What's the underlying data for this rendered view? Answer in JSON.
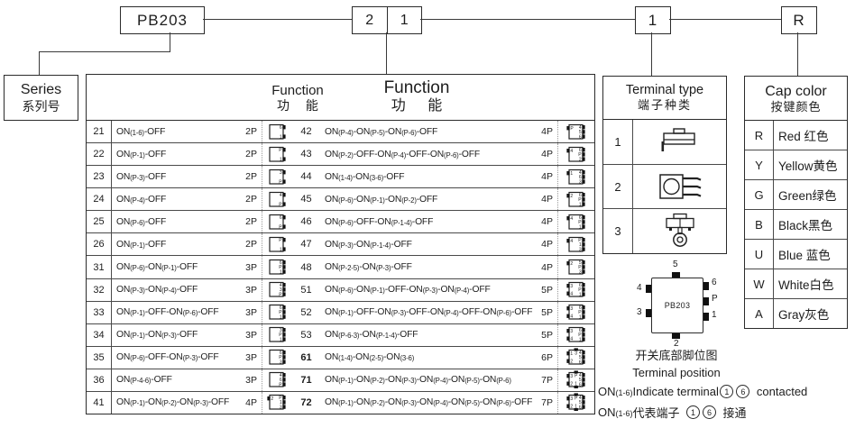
{
  "colors": {
    "ink": "#1d1d1d",
    "background": "#ffffff"
  },
  "ordering_code": {
    "series_code": "PB203",
    "function_digit_left": "2",
    "function_digit_right": "1",
    "terminal_digit": "1",
    "cap_color_letter": "R"
  },
  "series_box": {
    "label_en": "Series",
    "label_zh": "系列号"
  },
  "function_table": {
    "header_small": {
      "en": "Function",
      "zh": "功 能"
    },
    "header_large": {
      "en": "Function",
      "zh": "功 能"
    },
    "rows_left": [
      {
        "num": "21",
        "func": "ON(1-6)-OFF",
        "poles": "2P",
        "pins": [
          "6",
          "1"
        ],
        "bold": false
      },
      {
        "num": "22",
        "func": "ON(P-1)-OFF",
        "poles": "2P",
        "pins": [
          "P",
          "1"
        ],
        "bold": false
      },
      {
        "num": "23",
        "func": "ON(P-3)-OFF",
        "poles": "2P",
        "pins": [
          "3",
          "P"
        ],
        "bold": false
      },
      {
        "num": "24",
        "func": "ON(P-4)-OFF",
        "poles": "2P",
        "pins": [
          "4",
          "P"
        ],
        "bold": false
      },
      {
        "num": "25",
        "func": "ON(P-6)-OFF",
        "poles": "2P",
        "pins": [
          "6",
          "P"
        ],
        "bold": false
      },
      {
        "num": "26",
        "func": "ON(P-1)-OFF",
        "poles": "2P",
        "pins": [
          "P",
          "1"
        ],
        "bold": false
      },
      {
        "num": "31",
        "func": "ON(P-6)-ON(P-1)-OFF",
        "poles": "3P",
        "pins": [
          "6",
          "P",
          "1"
        ],
        "bold": false
      },
      {
        "num": "32",
        "func": "ON(P-3)-ON(P-4)-OFF",
        "poles": "3P",
        "pins": [
          "4",
          "3",
          "P"
        ],
        "bold": false
      },
      {
        "num": "33",
        "func": "ON(P-1)-OFF-ON(P-6)-OFF",
        "poles": "3P",
        "pins": [
          "6",
          "P",
          "1"
        ],
        "bold": false
      },
      {
        "num": "34",
        "func": "ON(P-1)-ON(P-3)-OFF",
        "poles": "3P",
        "pins": [
          "3",
          "P",
          "1"
        ],
        "bold": false
      },
      {
        "num": "35",
        "func": "ON(P-6)-OFF-ON(P-3)-OFF",
        "poles": "3P",
        "pins": [
          "6",
          "P",
          "3"
        ],
        "bold": false
      },
      {
        "num": "36",
        "func": "ON(P-4-6)-OFF",
        "poles": "3P",
        "pins": [
          "4",
          "6",
          "P"
        ],
        "bold": false
      },
      {
        "num": "41",
        "func": "ON(P-1)-ON(P-2)-ON(P-3)-OFF",
        "poles": "4P",
        "pins": [
          "P",
          "1",
          "3",
          "2"
        ],
        "bold": false
      }
    ],
    "rows_right": [
      {
        "num": "42",
        "func": "ON(P-4)-ON(P-5)-ON(P-6)-OFF",
        "poles": "4P",
        "pins": [
          "4",
          "5",
          "6",
          "P"
        ],
        "bold": false
      },
      {
        "num": "43",
        "func": "ON(P-2)-OFF-ON(P-4)-OFF-ON(P-6)-OFF",
        "poles": "4P",
        "pins": [
          "6",
          "P",
          "2",
          "4"
        ],
        "bold": false
      },
      {
        "num": "44",
        "func": "ON(1-4)-ON(3-6)-OFF",
        "poles": "4P",
        "pins": [
          "4",
          "6",
          "3",
          "1"
        ],
        "bold": false
      },
      {
        "num": "45",
        "func": "ON(P-6)-ON(P-1)-ON(P-2)-OFF",
        "poles": "4P",
        "pins": [
          "6",
          "P",
          "1",
          "2"
        ],
        "bold": false
      },
      {
        "num": "46",
        "func": "ON(P-6)-OFF-ON(P-1-4)-OFF",
        "poles": "4P",
        "pins": [
          "6",
          "P",
          "1",
          "4"
        ],
        "bold": false
      },
      {
        "num": "47",
        "func": "ON(P-3)-ON(P-1-4)-OFF",
        "poles": "4P",
        "pins": [
          "P",
          "1",
          "3",
          "4"
        ],
        "bold": false
      },
      {
        "num": "48",
        "func": "ON(P-2-5)-ON(P-3)-OFF",
        "poles": "4P",
        "pins": [
          "5",
          "P",
          "3",
          "2"
        ],
        "bold": false
      },
      {
        "num": "51",
        "func": "ON(P-6)-ON(P-1)-OFF-ON(P-3)-ON(P-4)-OFF",
        "poles": "5P",
        "pins": [
          "6",
          "P",
          "1",
          "3",
          "4"
        ],
        "bold": false
      },
      {
        "num": "52",
        "func": "ON(P-1)-OFF-ON(P-3)-OFF-ON(P-4)-OFF-ON(P-6)-OFF",
        "poles": "5P",
        "pins": [
          "6",
          "P",
          "1",
          "3",
          "4"
        ],
        "bold": false
      },
      {
        "num": "53",
        "func": "ON(P-6-3)-ON(P-1-4)-OFF",
        "poles": "5P",
        "pins": [
          "6",
          "P",
          "1",
          "3",
          "4"
        ],
        "bold": false
      },
      {
        "num": "61",
        "func": "ON(1-4)-ON(2-5)-ON(3-6)",
        "poles": "6P",
        "pins": [
          "4",
          "5",
          "6",
          "1",
          "2",
          "3"
        ],
        "bold": true
      },
      {
        "num": "71",
        "func": "ON(P-1)-ON(P-2)-ON(P-3)-ON(P-4)-ON(P-5)-ON(P-6)",
        "poles": "7P",
        "pins": [
          "4",
          "5",
          "6",
          "3",
          "2",
          "P",
          "1"
        ],
        "bold": true
      },
      {
        "num": "72",
        "func": "ON(P-1)-ON(P-2)-ON(P-3)-ON(P-4)-ON(P-5)-ON(P-6)-OFF",
        "poles": "7P",
        "pins": [
          "4",
          "5",
          "6",
          "3",
          "2",
          "P",
          "1"
        ],
        "bold": true
      }
    ]
  },
  "terminal_type": {
    "header_en": "Terminal type",
    "header_zh": "端子种类",
    "rows": [
      {
        "num": "1",
        "icon": "straight-pcb-terminal-icon"
      },
      {
        "num": "2",
        "icon": "right-angle-pcb-terminal-icon"
      },
      {
        "num": "3",
        "icon": "solder-lug-terminal-icon"
      }
    ]
  },
  "cap_color": {
    "header_en": "Cap color",
    "header_zh": "按键颜色",
    "rows": [
      {
        "code": "R",
        "label": "Red 红色"
      },
      {
        "code": "Y",
        "label": "Yellow黄色"
      },
      {
        "code": "G",
        "label": "Green绿色"
      },
      {
        "code": "B",
        "label": "Black黑色"
      },
      {
        "code": "U",
        "label": "Blue 蓝色"
      },
      {
        "code": "W",
        "label": "White白色"
      },
      {
        "code": "A",
        "label": "Gray灰色"
      }
    ]
  },
  "pin_diagram": {
    "chip_label": "PB203",
    "pins": {
      "top": [
        "5"
      ],
      "bottom": [
        "2"
      ],
      "left": [
        "4",
        "3"
      ],
      "right": [
        "6",
        "P",
        "1"
      ]
    },
    "caption_zh": "开关底部脚位图",
    "caption_en": "Terminal position"
  },
  "notes": [
    {
      "parts": [
        {
          "t": "ON"
        },
        {
          "sub": "(1-6)"
        },
        {
          "t": "Indicate terminal "
        },
        {
          "circ": "1"
        },
        {
          "circ": "6"
        },
        {
          "gap": true
        },
        {
          "t": "contacted"
        }
      ]
    },
    {
      "parts": [
        {
          "t": "ON"
        },
        {
          "sub": "(1-6)"
        },
        {
          "t": "代表端子 "
        },
        {
          "gap": true
        },
        {
          "circ": "1"
        },
        {
          "circ": "6"
        },
        {
          "gap": true
        },
        {
          "t": " 接通"
        }
      ]
    }
  ]
}
